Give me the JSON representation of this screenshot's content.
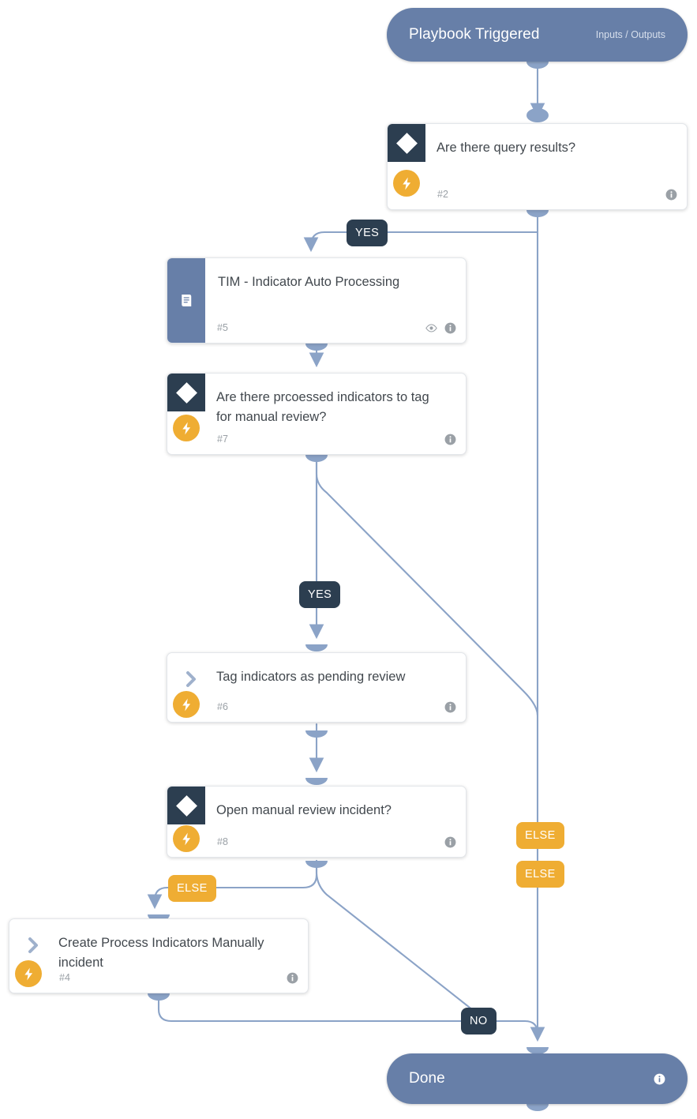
{
  "diagram": {
    "type": "playbook-workflow",
    "accent_orange": "#efad33",
    "accent_dark": "#2c3e50",
    "accent_slate": "#677fa8",
    "edge_color": "#8ba3c7"
  },
  "start_node": {
    "title": "Playbook Triggered",
    "right_label": "Inputs / Outputs"
  },
  "end_node": {
    "title": "Done",
    "info_icon": "info-icon"
  },
  "nodes": [
    {
      "key": "query_results",
      "title": "Are there query results?",
      "id": "#2",
      "kind": "condition",
      "icon": "diamond-icon",
      "badge": "lightning-icon",
      "actions": [
        "info-icon"
      ]
    },
    {
      "key": "tim_auto_processing",
      "title": "TIM - Indicator Auto Processing",
      "id": "#5",
      "kind": "sub-playbook",
      "icon": "playbook-book-icon",
      "badge": "",
      "actions": [
        "eye-icon",
        "info-icon"
      ]
    },
    {
      "key": "processed_indicators",
      "title": "Are there prcoessed indicators to tag for manual review?",
      "id": "#7",
      "kind": "condition",
      "icon": "diamond-icon",
      "badge": "lightning-icon",
      "actions": [
        "info-icon"
      ]
    },
    {
      "key": "tag_indicators",
      "title": "Tag indicators as pending review",
      "id": "#6",
      "kind": "task",
      "icon": "chevron-right-icon",
      "badge": "lightning-icon",
      "actions": [
        "info-icon"
      ]
    },
    {
      "key": "open_manual_review",
      "title": "Open manual review incident?",
      "id": "#8",
      "kind": "condition",
      "icon": "diamond-icon",
      "badge": "lightning-icon",
      "actions": [
        "info-icon"
      ]
    },
    {
      "key": "create_process_indicators",
      "title": "Create Process Indicators Manually incident",
      "id": "#4",
      "kind": "task",
      "icon": "chevron-right-icon",
      "badge": "lightning-icon",
      "actions": [
        "info-icon"
      ]
    }
  ],
  "edge_labels": {
    "yes_query": "YES",
    "yes_processed": "YES",
    "else_upper": "ELSE",
    "else_lower": "ELSE",
    "else_manual": "ELSE",
    "no_done": "NO"
  }
}
